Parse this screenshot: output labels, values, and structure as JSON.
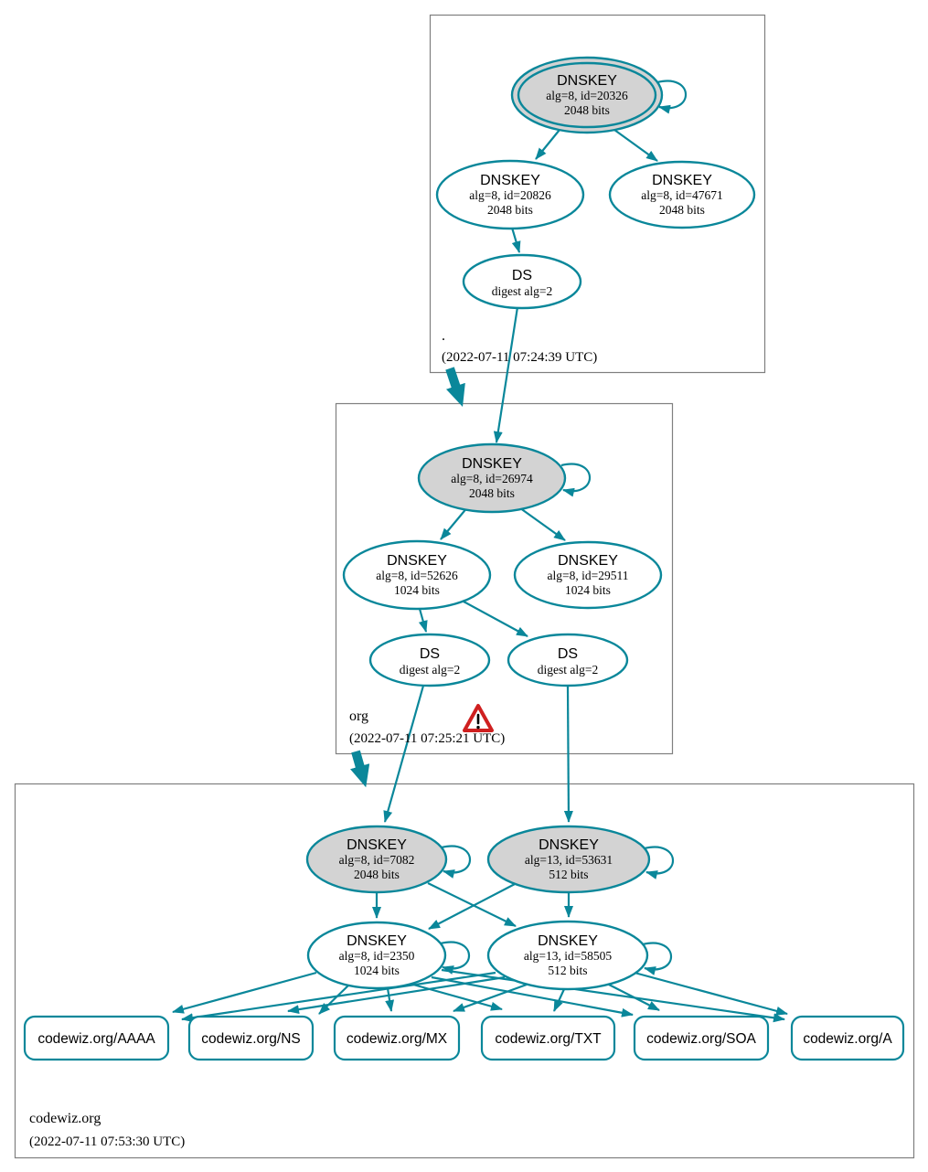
{
  "colors": {
    "edge": "#0a879a",
    "ksk_fill": "#d3d3d3",
    "cluster_border": "#7f7f7f",
    "warning": "#cf2020"
  },
  "zones": {
    "root": {
      "name": ".",
      "timestamp": "(2022-07-11 07:24:39 UTC)",
      "ksk": {
        "label": "DNSKEY",
        "line1": "alg=8, id=20326",
        "line2": "2048 bits"
      },
      "zsk_left": {
        "label": "DNSKEY",
        "line1": "alg=8, id=20826",
        "line2": "2048 bits"
      },
      "zsk_right": {
        "label": "DNSKEY",
        "line1": "alg=8, id=47671",
        "line2": "2048 bits"
      },
      "ds": {
        "label": "DS",
        "line1": "digest alg=2"
      }
    },
    "org": {
      "name": "org",
      "timestamp": "(2022-07-11 07:25:21 UTC)",
      "ksk": {
        "label": "DNSKEY",
        "line1": "alg=8, id=26974",
        "line2": "2048 bits"
      },
      "zsk_left": {
        "label": "DNSKEY",
        "line1": "alg=8, id=52626",
        "line2": "1024 bits"
      },
      "zsk_right": {
        "label": "DNSKEY",
        "line1": "alg=8, id=29511",
        "line2": "1024 bits"
      },
      "ds_left": {
        "label": "DS",
        "line1": "digest alg=2"
      },
      "ds_right": {
        "label": "DS",
        "line1": "digest alg=2"
      }
    },
    "codewiz": {
      "name": "codewiz.org",
      "timestamp": "(2022-07-11 07:53:30 UTC)",
      "ksk_left": {
        "label": "DNSKEY",
        "line1": "alg=8, id=7082",
        "line2": "2048 bits"
      },
      "ksk_right": {
        "label": "DNSKEY",
        "line1": "alg=13, id=53631",
        "line2": "512 bits"
      },
      "zsk_left": {
        "label": "DNSKEY",
        "line1": "alg=8, id=2350",
        "line2": "1024 bits"
      },
      "zsk_right": {
        "label": "DNSKEY",
        "line1": "alg=13, id=58505",
        "line2": "512 bits"
      },
      "rrsets": [
        "codewiz.org/AAAA",
        "codewiz.org/NS",
        "codewiz.org/MX",
        "codewiz.org/TXT",
        "codewiz.org/SOA",
        "codewiz.org/A"
      ]
    }
  }
}
